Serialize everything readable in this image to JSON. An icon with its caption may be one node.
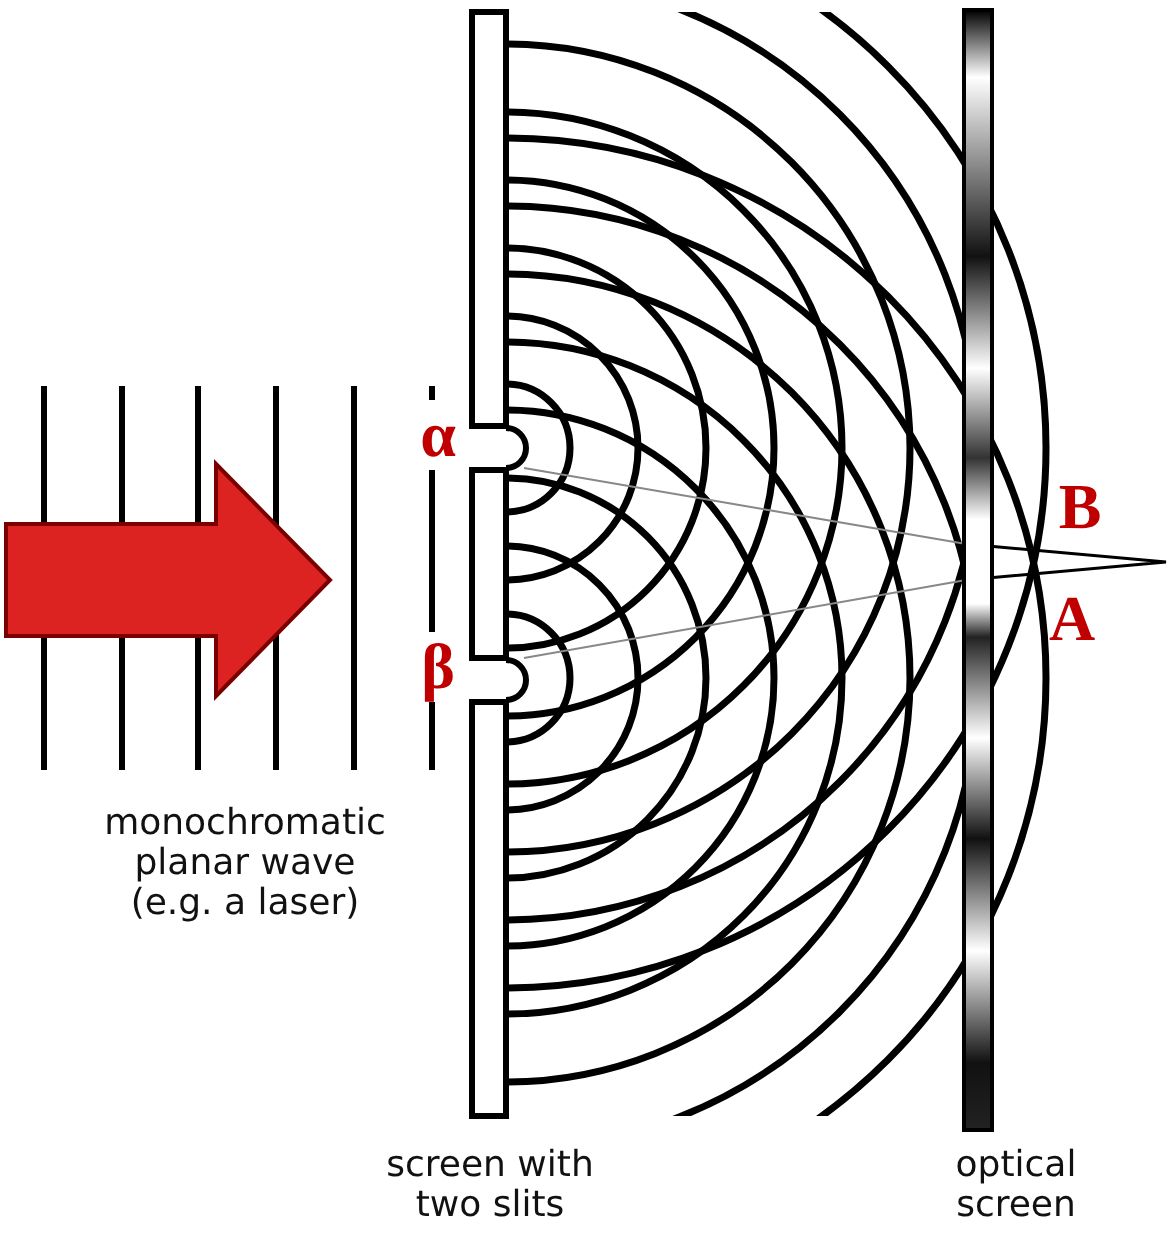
{
  "diagram": {
    "labels": [
      "α",
      "β",
      "B",
      "A",
      "monochromatic planar wave (e.g. a laser)",
      "screen with two slits",
      "optical screen"
    ]
  }
}
